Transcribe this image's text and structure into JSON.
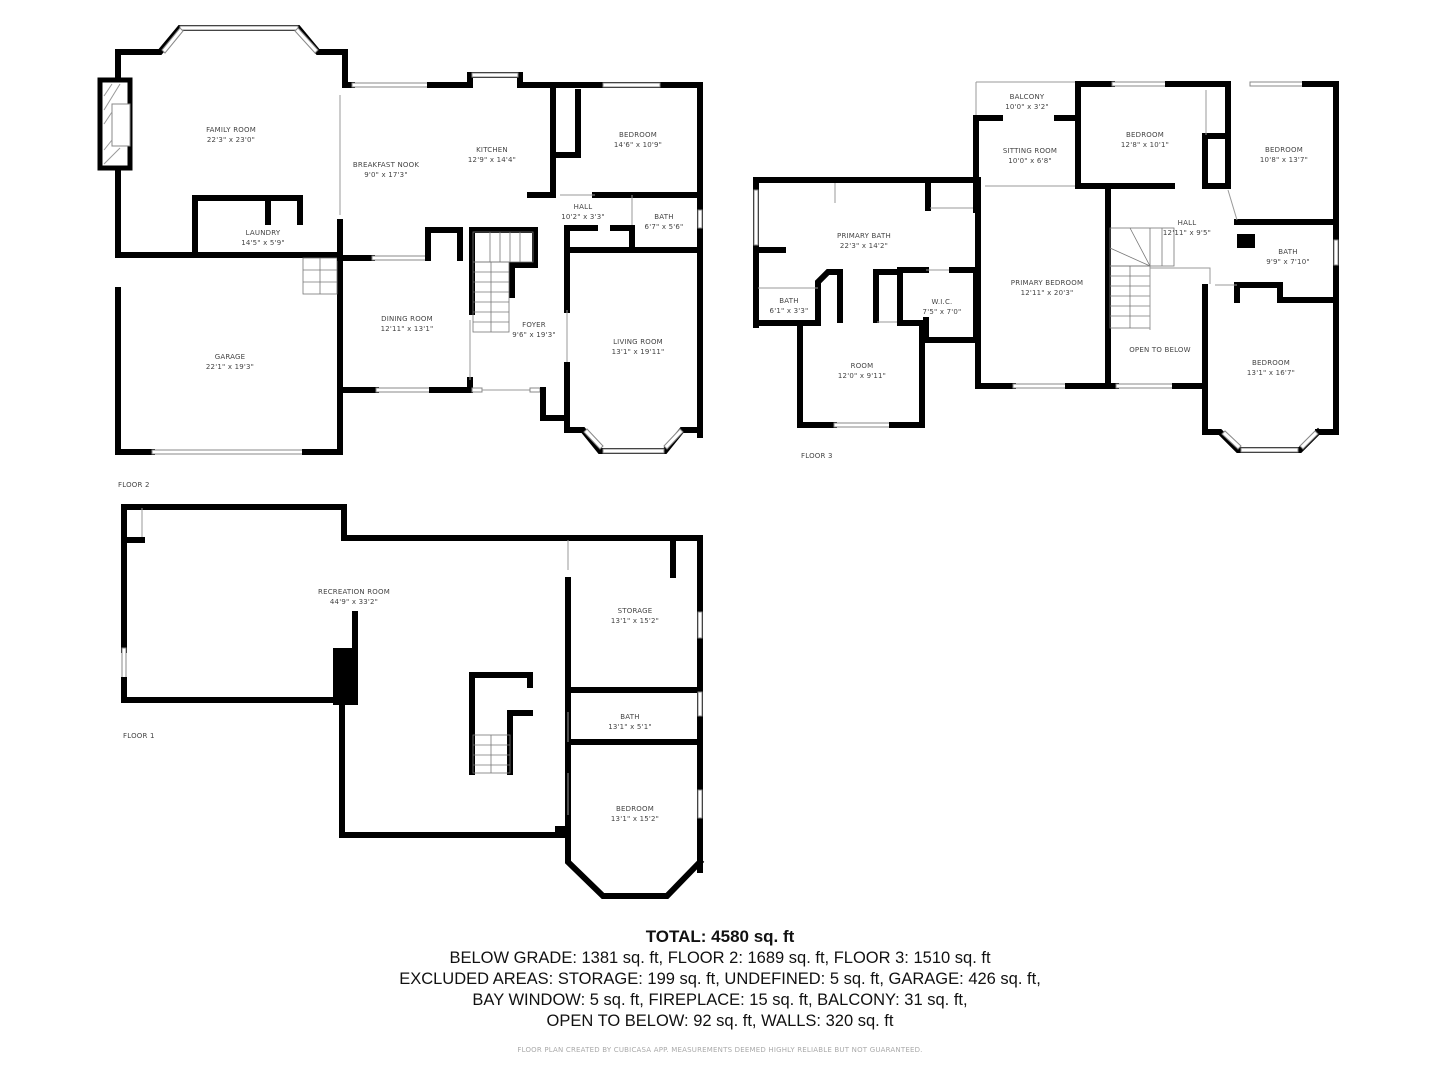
{
  "floors": {
    "floor2": {
      "label": "FLOOR 2",
      "rooms": [
        {
          "name": "FAMILY ROOM",
          "dims": "22'3\" x 23'0\""
        },
        {
          "name": "BREAKFAST NOOK",
          "dims": "9'0\" x 17'3\""
        },
        {
          "name": "KITCHEN",
          "dims": "12'9\" x 14'4\""
        },
        {
          "name": "BEDROOM",
          "dims": "14'6\" x 10'9\""
        },
        {
          "name": "HALL",
          "dims": "10'2\" x 3'3\""
        },
        {
          "name": "BATH",
          "dims": "6'7\" x 5'6\""
        },
        {
          "name": "LAUNDRY",
          "dims": "14'5\" x 5'9\""
        },
        {
          "name": "GARAGE",
          "dims": "22'1\" x 19'3\""
        },
        {
          "name": "DINING ROOM",
          "dims": "12'11\" x 13'1\""
        },
        {
          "name": "FOYER",
          "dims": "9'6\" x 19'3\""
        },
        {
          "name": "LIVING ROOM",
          "dims": "13'1\" x 19'11\""
        }
      ]
    },
    "floor3": {
      "label": "FLOOR 3",
      "rooms": [
        {
          "name": "BALCONY",
          "dims": "10'0\" x 3'2\""
        },
        {
          "name": "SITTING ROOM",
          "dims": "10'0\" x 6'8\""
        },
        {
          "name": "BEDROOM",
          "dims": "12'8\" x 10'1\""
        },
        {
          "name": "BEDROOM",
          "dims": "10'8\" x 13'7\""
        },
        {
          "name": "PRIMARY BATH",
          "dims": "22'3\" x 14'2\""
        },
        {
          "name": "HALL",
          "dims": "12'11\" x 9'5\""
        },
        {
          "name": "BATH",
          "dims": "9'9\" x 7'10\""
        },
        {
          "name": "BATH",
          "dims": "6'1\" x 3'3\""
        },
        {
          "name": "W.I.C.",
          "dims": "7'5\" x 7'0\""
        },
        {
          "name": "PRIMARY BEDROOM",
          "dims": "12'11\" x 20'3\""
        },
        {
          "name": "ROOM",
          "dims": "12'0\" x 9'11\""
        },
        {
          "name": "OPEN TO BELOW",
          "dims": ""
        },
        {
          "name": "BEDROOM",
          "dims": "13'1\" x 16'7\""
        }
      ]
    },
    "floor1": {
      "label": "FLOOR 1",
      "rooms": [
        {
          "name": "RECREATION ROOM",
          "dims": "44'9\" x 33'2\""
        },
        {
          "name": "STORAGE",
          "dims": "13'1\" x 15'2\""
        },
        {
          "name": "BATH",
          "dims": "13'1\" x 5'1\""
        },
        {
          "name": "BEDROOM",
          "dims": "13'1\" x 15'2\""
        }
      ]
    }
  },
  "summary": {
    "total": "TOTAL: 4580 sq. ft",
    "lines": [
      "BELOW GRADE: 1381 sq. ft, FLOOR 2: 1689 sq. ft, FLOOR 3: 1510 sq. ft",
      "EXCLUDED AREAS: STORAGE: 199 sq. ft, UNDEFINED: 5 sq. ft, GARAGE: 426 sq. ft,",
      "BAY WINDOW: 5 sq. ft, FIREPLACE: 15 sq. ft, BALCONY: 31 sq. ft,",
      "OPEN TO BELOW: 92 sq. ft, WALLS: 320 sq. ft"
    ]
  },
  "footer": "FLOOR PLAN CREATED BY CUBICASA APP. MEASUREMENTS DEEMED HIGHLY RELIABLE BUT NOT GUARANTEED."
}
